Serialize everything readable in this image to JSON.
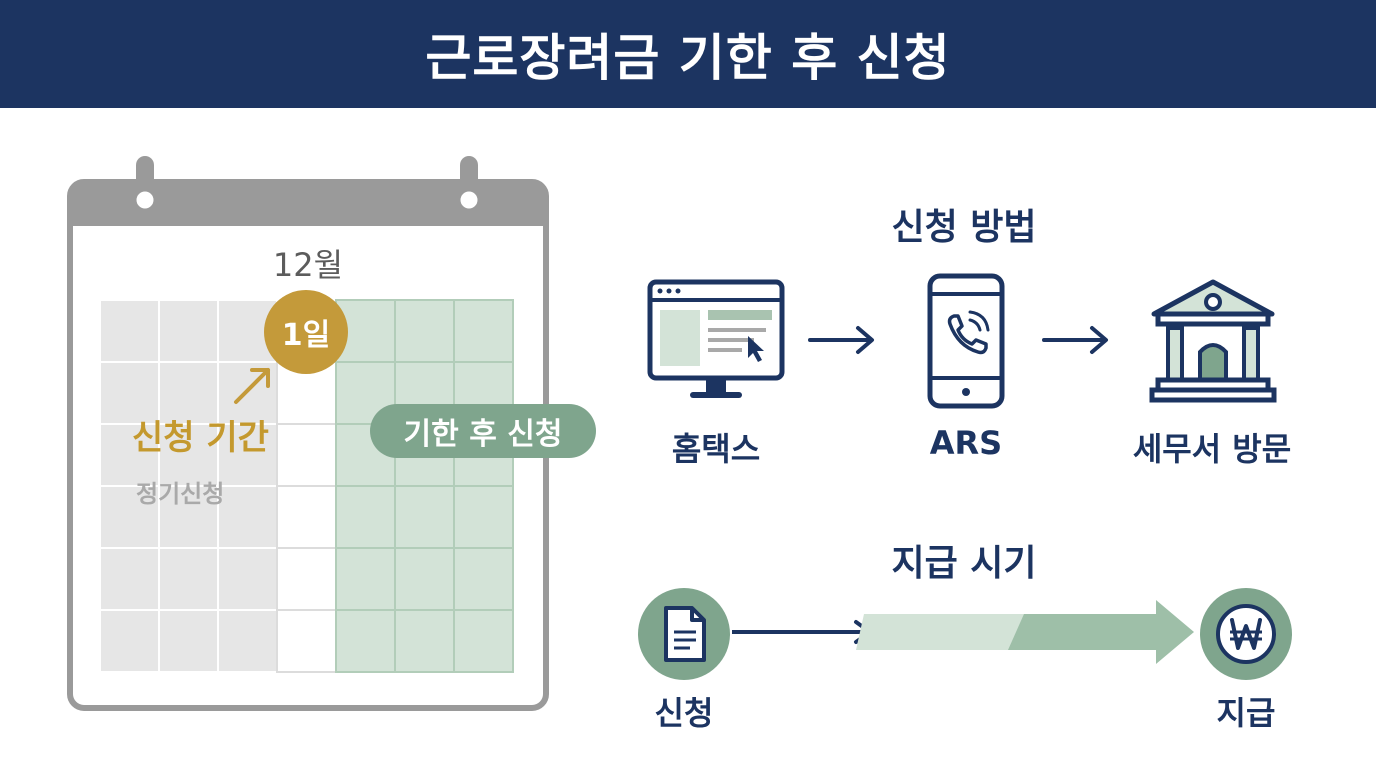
{
  "header": {
    "title": "근로장려금 기한 후 신청"
  },
  "calendar": {
    "month": "12월",
    "highlight_day": "1일",
    "period_label": "신청 기간",
    "regular_label": "정기신청",
    "late_label": "기한 후 신청"
  },
  "methods": {
    "title": "신청 방법",
    "items": [
      {
        "label": "홈택스",
        "icon": "computer-icon"
      },
      {
        "label": "ARS",
        "icon": "phone-icon"
      },
      {
        "label": "세무서 방문",
        "icon": "tax-office-icon"
      }
    ]
  },
  "timing": {
    "title": "지급 시기",
    "start_label": "신청",
    "end_label": "지급",
    "start_icon": "document-icon",
    "end_icon": "won-coin-icon"
  },
  "colors": {
    "navy": "#1c3461",
    "gold": "#c49a3a",
    "green": "#7fa58d",
    "light_green": "#d3e3d7",
    "gray": "#a9a9a9"
  }
}
